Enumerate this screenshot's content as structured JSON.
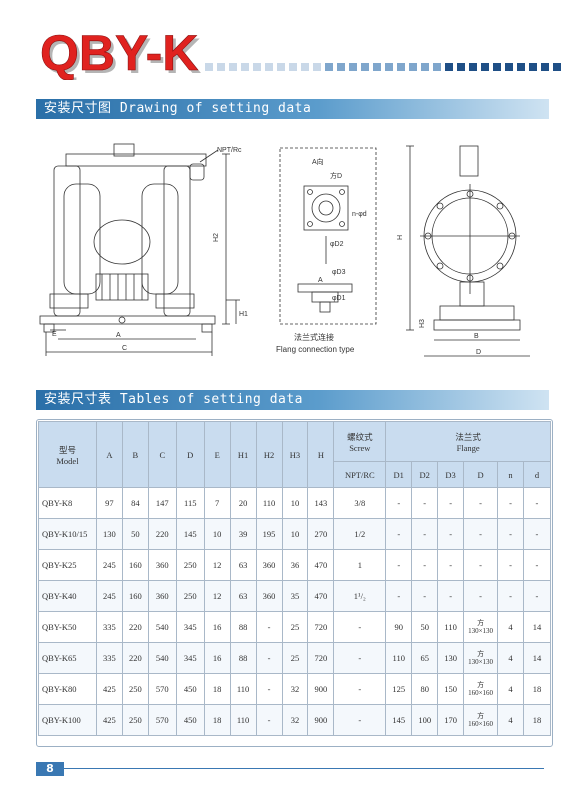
{
  "brand": {
    "title": "QBY-K",
    "color": "#e0221f",
    "accent": "#2a6fa8"
  },
  "sections": {
    "drawing_title": "安装尺寸图 Drawing of setting data",
    "table_title": "安装尺寸表 Tables of setting data"
  },
  "drawing": {
    "labels": {
      "npt": "NPT/Rc",
      "a_label": "A",
      "b_label": "B",
      "c_label": "C",
      "e_label": "E",
      "h1_label": "H1",
      "h2_label": "H2",
      "h3_label": "H3",
      "h_label": "H",
      "d_label": "D",
      "view_a": "A向",
      "square_d": "方D",
      "n_phi_d": "n-φd",
      "phi_d1": "φD1",
      "phi_d2": "φD2",
      "phi_d3": "φD3",
      "a_arrow": "A",
      "flange_cn": "法兰式连接",
      "flange_en": "Flang connection type"
    }
  },
  "table": {
    "headers": {
      "model_cn": "型号",
      "model_en": "Model",
      "a": "A",
      "b": "B",
      "c": "C",
      "d": "D",
      "e": "E",
      "h1": "H1",
      "h2": "H2",
      "h3": "H3",
      "h": "H",
      "screw_cn": "螺纹式",
      "screw_en": "Screw",
      "npt": "NPT/RC",
      "flange_cn": "法兰式",
      "flange_en": "Flange",
      "d1": "D1",
      "d2": "D2",
      "d3": "D3",
      "fd": "D",
      "n": "n",
      "sd": "d"
    },
    "rows": [
      {
        "model": "QBY-K8",
        "a": "97",
        "b": "84",
        "c": "147",
        "d": "115",
        "e": "7",
        "h1": "20",
        "h2": "110",
        "h3": "10",
        "h": "143",
        "npt": "3/8",
        "d1": "-",
        "d2": "-",
        "d3": "-",
        "fd_pre": "",
        "fd": "-",
        "n": "-",
        "sd": "-"
      },
      {
        "model": "QBY-K10/15",
        "a": "130",
        "b": "50",
        "c": "220",
        "d": "145",
        "e": "10",
        "h1": "39",
        "h2": "195",
        "h3": "10",
        "h": "270",
        "npt": "1/2",
        "d1": "-",
        "d2": "-",
        "d3": "-",
        "fd_pre": "",
        "fd": "-",
        "n": "-",
        "sd": "-"
      },
      {
        "model": "QBY-K25",
        "a": "245",
        "b": "160",
        "c": "360",
        "d": "250",
        "e": "12",
        "h1": "63",
        "h2": "360",
        "h3": "36",
        "h": "470",
        "npt": "1",
        "d1": "-",
        "d2": "-",
        "d3": "-",
        "fd_pre": "",
        "fd": "-",
        "n": "-",
        "sd": "-"
      },
      {
        "model": "QBY-K40",
        "a": "245",
        "b": "160",
        "c": "360",
        "d": "250",
        "e": "12",
        "h1": "63",
        "h2": "360",
        "h3": "35",
        "h": "470",
        "npt": "1¹/₂",
        "d1": "-",
        "d2": "-",
        "d3": "-",
        "fd_pre": "",
        "fd": "-",
        "n": "-",
        "sd": "-"
      },
      {
        "model": "QBY-K50",
        "a": "335",
        "b": "220",
        "c": "540",
        "d": "345",
        "e": "16",
        "h1": "88",
        "h2": "-",
        "h3": "25",
        "h": "720",
        "npt": "-",
        "d1": "90",
        "d2": "50",
        "d3": "110",
        "fd_pre": "方",
        "fd": "130×130",
        "n": "4",
        "sd": "14"
      },
      {
        "model": "QBY-K65",
        "a": "335",
        "b": "220",
        "c": "540",
        "d": "345",
        "e": "16",
        "h1": "88",
        "h2": "-",
        "h3": "25",
        "h": "720",
        "npt": "-",
        "d1": "110",
        "d2": "65",
        "d3": "130",
        "fd_pre": "方",
        "fd": "130×130",
        "n": "4",
        "sd": "14"
      },
      {
        "model": "QBY-K80",
        "a": "425",
        "b": "250",
        "c": "570",
        "d": "450",
        "e": "18",
        "h1": "110",
        "h2": "-",
        "h3": "32",
        "h": "900",
        "npt": "-",
        "d1": "125",
        "d2": "80",
        "d3": "150",
        "fd_pre": "方",
        "fd": "160×160",
        "n": "4",
        "sd": "18"
      },
      {
        "model": "QBY-K100",
        "a": "425",
        "b": "250",
        "c": "570",
        "d": "450",
        "e": "18",
        "h1": "110",
        "h2": "-",
        "h3": "32",
        "h": "900",
        "npt": "-",
        "d1": "145",
        "d2": "100",
        "d3": "170",
        "fd_pre": "方",
        "fd": "160×160",
        "n": "4",
        "sd": "18"
      }
    ]
  },
  "footer": {
    "page_number": "8"
  }
}
